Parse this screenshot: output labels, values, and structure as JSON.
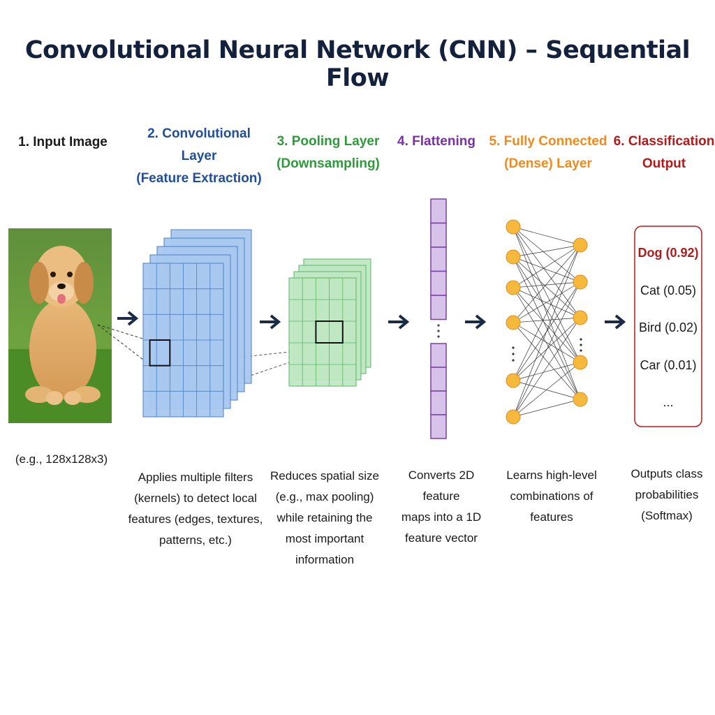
{
  "title": "Convolutional Neural Network (CNN) – Sequential Flow",
  "colors": {
    "title": "#14213d",
    "arrow": "#1b2a47",
    "step1": "#1a1a1a",
    "step2": "#1f4e9c",
    "step3": "#2e9b3a",
    "step4": "#7b2fa6",
    "step5": "#f08a1c",
    "step6": "#b31b1b",
    "conv_fill": "#a9c8ef",
    "conv_stroke": "#4a7fc4",
    "pool_fill": "#bfe8c2",
    "pool_stroke": "#5cb36a",
    "flat_fill": "#d7c2ea",
    "flat_stroke": "#7b3fa6",
    "neuron_fill": "#f6b93b",
    "neuron_stroke": "#e08a1e"
  },
  "steps": [
    {
      "number": "1.",
      "lines": [
        "1. Input Image"
      ],
      "description": [],
      "note": "(e.g., 128x128x3)"
    },
    {
      "lines": [
        "2. Convolutional",
        "Layer",
        "(Feature Extraction)"
      ],
      "description": [
        "Applies multiple filters",
        "(kernels) to detect local",
        "features (edges, textures,",
        "patterns, etc.)"
      ]
    },
    {
      "lines": [
        "3. Pooling Layer",
        "(Downsampling)"
      ],
      "description": [
        "Reduces spatial size",
        "(e.g., max pooling)",
        "while retaining the",
        "most important",
        "information"
      ]
    },
    {
      "lines": [
        "4. Flattening"
      ],
      "description": [
        "Converts 2D feature",
        "maps into a 1D",
        "feature vector"
      ]
    },
    {
      "lines": [
        "5. Fully Connected",
        "(Dense) Layer"
      ],
      "description": [
        "Learns high-level",
        "combinations of",
        "features"
      ]
    },
    {
      "lines": [
        "6. Classification",
        "Output"
      ],
      "description": [
        "Outputs class",
        "probabilities",
        "(Softmax)"
      ]
    }
  ],
  "classes": [
    "Dog (0.92)",
    "Cat (0.05)",
    "Bird (0.02)",
    "Car (0.01)",
    "..."
  ],
  "icons": {
    "arrow": "right-arrow-icon",
    "ellipsis": "vertical-ellipsis-icon"
  }
}
